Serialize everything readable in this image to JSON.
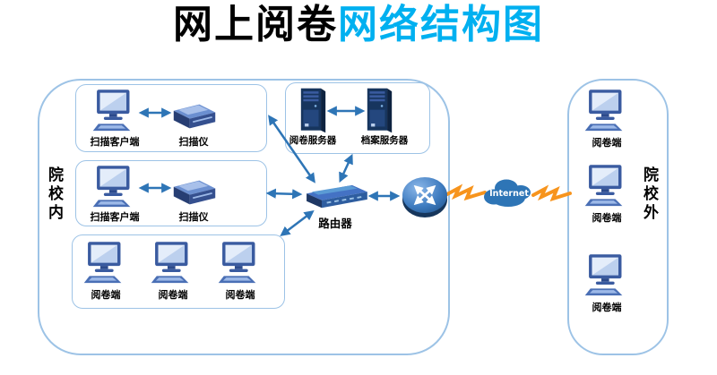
{
  "title": {
    "prefix": "网上阅卷",
    "highlight": "网络结构图"
  },
  "colors": {
    "title_highlight": "#00b0f0",
    "box_border": "#9dc3e6",
    "arrow": "#2e75b6",
    "lightning": "#f7941d",
    "cloud": "#2e75b6",
    "device_primary": "#3a5ba0",
    "server_body": "#17355e"
  },
  "campus_inside": {
    "label": "院校内",
    "scan_groups": [
      {
        "client": "扫描客户端",
        "scanner": "扫描仪"
      },
      {
        "client": "扫描客户端",
        "scanner": "扫描仪"
      }
    ],
    "readers": [
      "阅卷端",
      "阅卷端",
      "阅卷端"
    ]
  },
  "server_room": {
    "grading_server": "阅卷服务器",
    "archive_server": "档案服务器"
  },
  "router": {
    "label": "路由器"
  },
  "internet": {
    "label": "Internet"
  },
  "campus_outside": {
    "label": "院校外",
    "readers": [
      "阅卷端",
      "阅卷端",
      "阅卷端"
    ]
  },
  "icons": {
    "computer": "desktop-computer-icon",
    "scanner": "scanner-icon",
    "server": "server-tower-icon",
    "switch": "network-switch-icon",
    "globe_router": "router-globe-icon",
    "cloud": "internet-cloud-icon",
    "lightning": "lightning-bolt-icon",
    "arrow": "double-arrow"
  }
}
